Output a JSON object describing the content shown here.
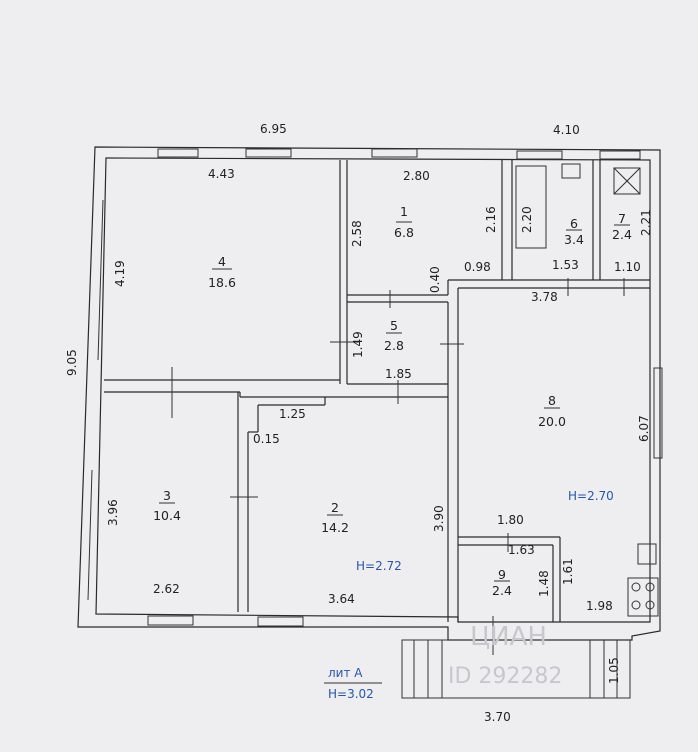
{
  "dimensions": {
    "top_left": "6.95",
    "top_right": "4.10",
    "left_side": "9.05",
    "bottom": "3.70",
    "porch": "1.05"
  },
  "rooms": [
    {
      "number": "1",
      "area": "6.8"
    },
    {
      "number": "2",
      "area": "14.2"
    },
    {
      "number": "3",
      "area": "10.4"
    },
    {
      "number": "4",
      "area": "18.6"
    },
    {
      "number": "5",
      "area": "2.8"
    },
    {
      "number": "6",
      "area": "3.4"
    },
    {
      "number": "7",
      "area": "2.4"
    },
    {
      "number": "8",
      "area": "20.0"
    },
    {
      "number": "9",
      "area": "2.4"
    }
  ],
  "inner_dimensions": {
    "r4_width": "4.43",
    "r4_height": "4.19",
    "r1_width": "2.80",
    "r1_height_left": "2.58",
    "r1_height_right": "2.16",
    "r1_step": "0.40",
    "r1_bottom": "0.98",
    "r6_height": "2.20",
    "r6_width": "1.53",
    "r7_height": "2.21",
    "r7_width": "1.10",
    "r8_width": "3.78",
    "r8_height": "6.07",
    "r5_height": "1.49",
    "r5_width": "1.85",
    "r2_top": "1.25",
    "r2_step": "0.15",
    "r2_height": "3.90",
    "r2_width": "3.64",
    "r3_height": "3.96",
    "r3_width": "2.62",
    "r9_top": "1.80",
    "r9_top2": "1.63",
    "r9_height_left": "1.48",
    "r9_height_right": "1.61",
    "r8_bottom": "1.98"
  },
  "heights": {
    "h_room8": "H=2.70",
    "h_room2": "H=2.72",
    "lit": "лит А",
    "h_total": "H=3.02"
  },
  "watermark": "ЦИАН",
  "watermark_id": "ID 292282",
  "colors": {
    "ink": "#2a2a2a",
    "blue": "#2a56a8",
    "paper": "#eeeef0"
  }
}
